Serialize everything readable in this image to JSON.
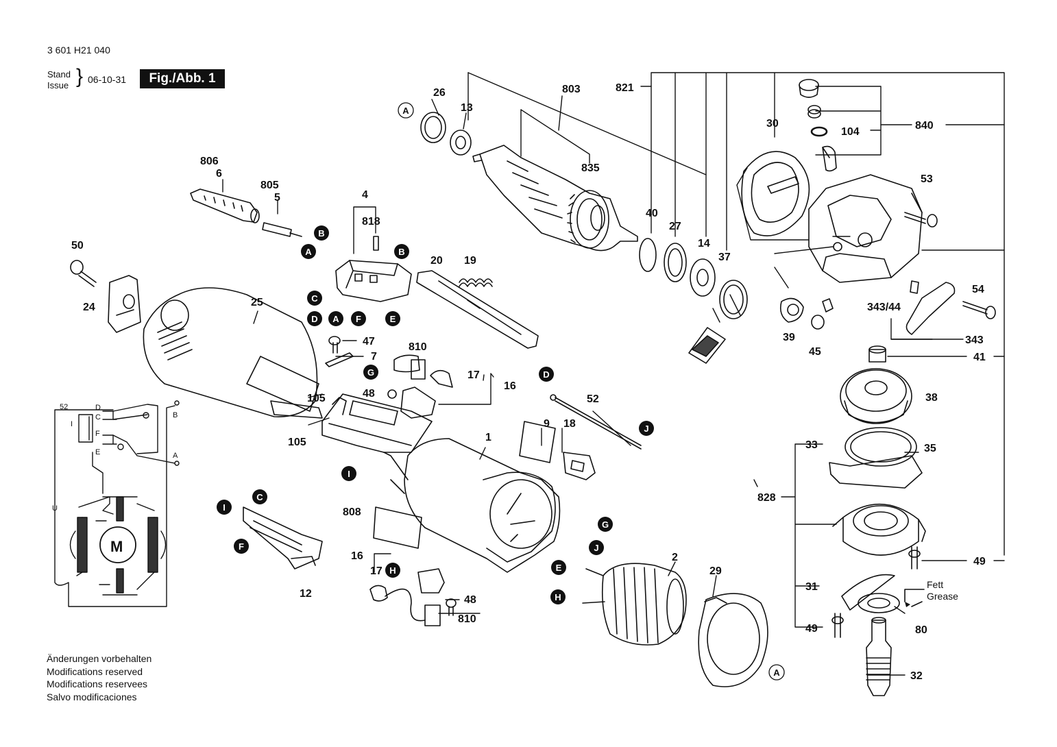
{
  "header": {
    "doc_number": "3 601 H21 040",
    "stand_label": "Stand",
    "issue_label": "Issue",
    "date": "06-10-31",
    "figure": "Fig./Abb. 1"
  },
  "footer_notes": [
    "Änderungen vorbehalten",
    "Modifications reserved",
    "Modifications reservees",
    "Salvo modificaciones"
  ],
  "labels": {
    "p26": "26",
    "p13": "13",
    "p803": "803",
    "p821": "821",
    "p30": "30",
    "p104": "104",
    "p840": "840",
    "p806": "806",
    "p6": "6",
    "p805": "805",
    "p5": "5",
    "p4": "4",
    "p818": "818",
    "p835": "835",
    "p53": "53",
    "p40": "40",
    "p27": "27",
    "p14": "14",
    "p37": "37",
    "p50": "50",
    "p20": "20",
    "p19": "19",
    "p24": "24",
    "p25": "25",
    "p54": "54",
    "p343_44": "343/44",
    "p39": "39",
    "p45": "45",
    "p343": "343",
    "p47": "47",
    "p7": "7",
    "p810a": "810",
    "p17a": "17",
    "p16a": "16",
    "p48a": "48",
    "p41": "41",
    "p52": "52",
    "p38": "38",
    "p105a": "105",
    "p105b": "105",
    "p9": "9",
    "p18": "18",
    "p1": "1",
    "p33": "33",
    "p35": "35",
    "p828": "828",
    "p808": "808",
    "p12": "12",
    "p16b": "16",
    "p17b": "17",
    "p48b": "48",
    "p810b": "810",
    "p2": "2",
    "p29": "29",
    "p49a": "49",
    "p31": "31",
    "p49b": "49",
    "p80": "80",
    "p32": "32",
    "fett": "Fett",
    "grease": "Grease"
  },
  "circle_refs": {
    "c_A1": "A",
    "c_B1": "B",
    "c_A2": "A",
    "c_B2": "B",
    "c_C1": "C",
    "c_D1": "D",
    "c_A3": "A",
    "c_F1": "F",
    "c_E1": "E",
    "c_G1": "G",
    "c_D2": "D",
    "c_J1": "J",
    "c_I1": "I",
    "c_I2": "I",
    "c_C2": "C",
    "c_F2": "F",
    "c_H1": "H",
    "c_G2": "G",
    "c_J2": "J",
    "c_E2": "E",
    "c_H2": "H",
    "c_A4": "A"
  },
  "wiring": {
    "w52": "52",
    "wD": "D",
    "wC": "C",
    "wF": "F",
    "wE": "E",
    "wI": "I",
    "wB": "B",
    "wA": "A",
    "wU": "U",
    "motor": "M"
  }
}
